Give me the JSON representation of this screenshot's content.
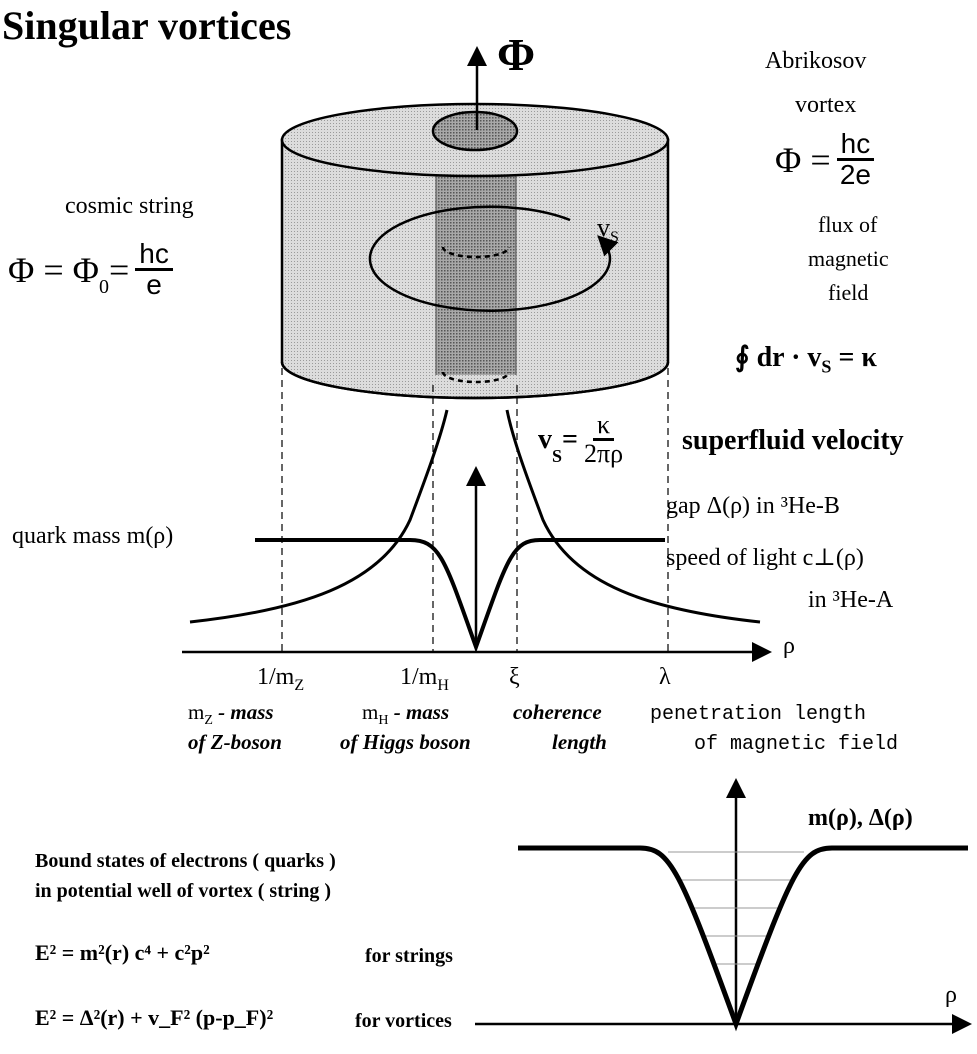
{
  "title": "Singular vortices",
  "flux_symbol": "Φ",
  "abrikosov": {
    "line1": "Abrikosov",
    "line2": "vortex",
    "eq_lhs": "Φ =",
    "eq_num": "hc",
    "eq_den": "2e",
    "desc1": "flux of",
    "desc2": "magnetic",
    "desc3": "field"
  },
  "cosmic": {
    "label": "cosmic string",
    "eq_lhs": "Φ = Φ",
    "eq_sub": "0",
    "eq_mid": " =",
    "eq_num": "hc",
    "eq_den": "e"
  },
  "vs_label": "v",
  "vs_sub": "S",
  "circulation": "∮ dr · v",
  "circulation_sub": "S",
  "circulation_rhs": " = κ",
  "superfluid": {
    "lhs": "v",
    "lhs_sub": "S",
    "eq": " =",
    "num": "κ",
    "den": "2πρ",
    "label": "superfluid velocity"
  },
  "quark_mass": "quark mass m(ρ)",
  "gap": "gap Δ(ρ) in ³He-B",
  "speed_light": "speed of light  c⊥(ρ)",
  "speed_light2": "in ³He-A",
  "rho": "ρ",
  "ticks": [
    {
      "label": "1/m",
      "sub": "Z"
    },
    {
      "label": "1/m",
      "sub": "H"
    },
    {
      "label": "ξ",
      "sub": ""
    },
    {
      "label": "λ",
      "sub": ""
    }
  ],
  "captions": {
    "mz1_pre": "m",
    "mz1_sub": "Z",
    "mz1_post": " - mass",
    "mz2": "of Z-boson",
    "mh1_pre": "m",
    "mh1_sub": "H",
    "mh1_post": " - mass",
    "mh2": "of Higgs boson",
    "coh1": "coherence",
    "coh2": "length",
    "pen1": "penetration length",
    "pen2": "of magnetic field"
  },
  "bottom": {
    "bound1": "Bound states of electrons ( quarks )",
    "bound2": "in potential well of vortex  ( string )",
    "eq1": "E² = m²(r) c⁴ + c²p²",
    "eq1_note": "for strings",
    "eq2": "E² = Δ²(r) + v_F² (p-p_F)²",
    "eq2_note": "for vortices",
    "plot_label": "m(ρ), Δ(ρ)",
    "rho": "ρ"
  },
  "colors": {
    "ink": "#000000",
    "shade": "#c8c8c8",
    "core": "#8c8c8c",
    "background": "#ffffff"
  }
}
